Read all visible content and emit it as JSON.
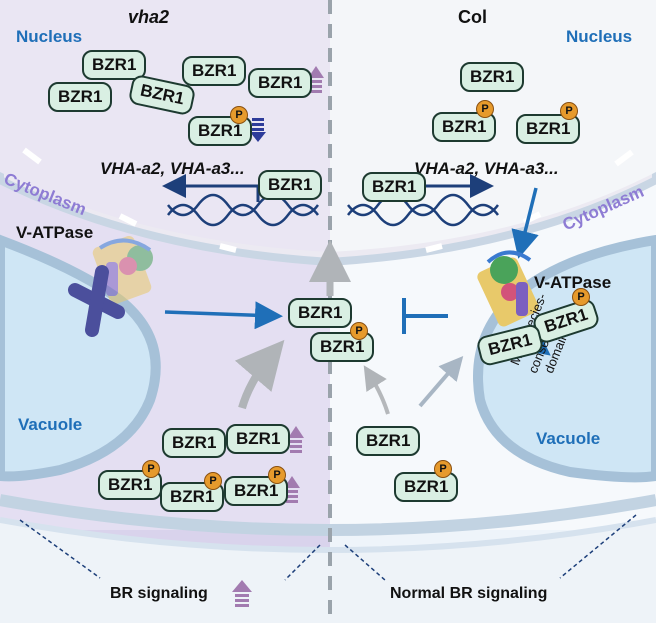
{
  "left": {
    "title": "vha2",
    "nucleus": "Nucleus",
    "cytoplasm": "Cytoplasm",
    "vatpase": "V-ATPase",
    "vacuole": "Vacuole",
    "genes": "VHA-a2, VHA-a3...",
    "footer": "BR signaling"
  },
  "right": {
    "title": "Col",
    "nucleus": "Nucleus",
    "cytoplasm": "Cytoplasm",
    "vatpase": "V-ATPase",
    "vacuole": "Vacuole",
    "genes": "VHA-a2, VHA-a3...",
    "domain_line1": "Multispecies-",
    "domain_line2": "conserved",
    "domain_line3": "domain",
    "footer": "Normal BR signaling"
  },
  "protein": "BZR1",
  "phospho": "P",
  "colors": {
    "left_bg": "#d9d3ec",
    "right_bg": "#e8f1fa",
    "membrane": "#b8cde0",
    "vacuole": "#cfe6f5",
    "bzr_fill": "#d9efe3",
    "phospho": "#e69a2c",
    "accent_blue": "#1f6fb8",
    "up_arrow": "#a27bb0",
    "down_arrow": "#2e3c9a",
    "dna": "#1d3f7a"
  }
}
